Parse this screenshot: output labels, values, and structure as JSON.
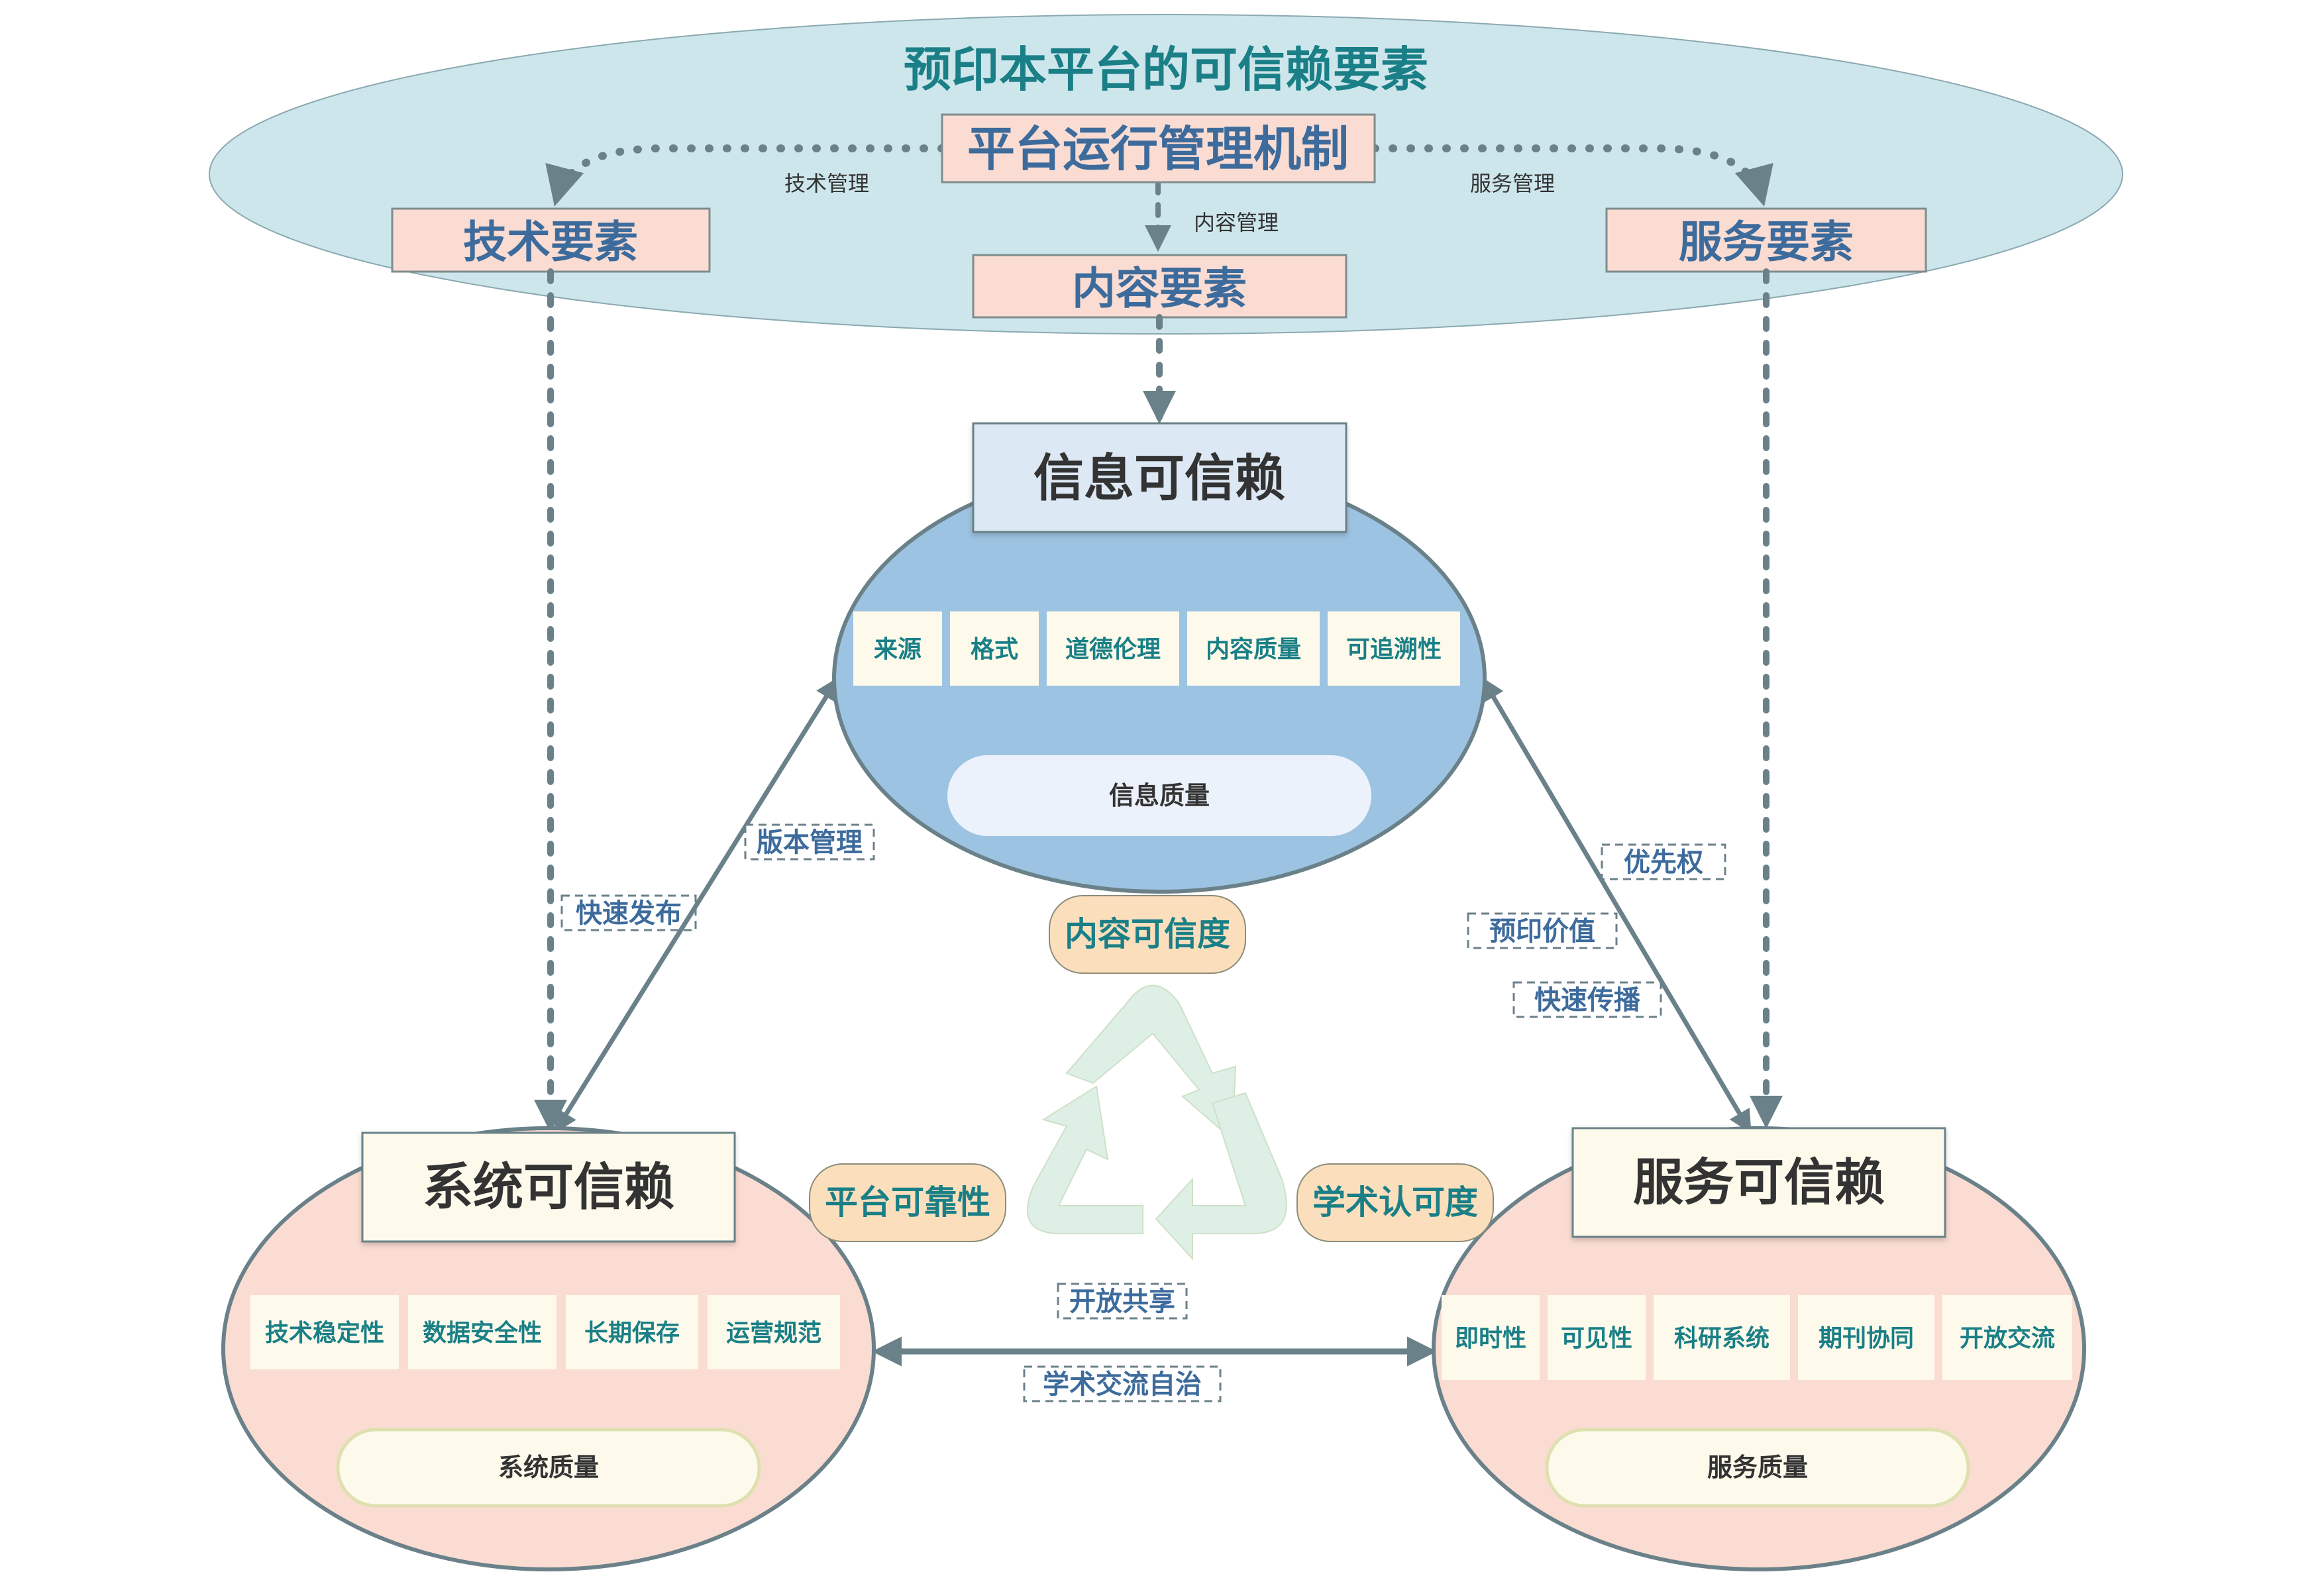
{
  "title": "预印本平台的可信赖要素",
  "mechanism": "平台运行管理机制",
  "elements": {
    "tech": "技术要素",
    "content": "内容要素",
    "service": "服务要素"
  },
  "edge_labels": {
    "tech_mgmt": "技术管理",
    "content_mgmt": "内容管理",
    "service_mgmt": "服务管理"
  },
  "info": {
    "title": "信息可信赖",
    "items": [
      "来源",
      "格式",
      "道德伦理",
      "内容质量",
      "可追溯性"
    ],
    "quality": "信息质量"
  },
  "system": {
    "title": "系统可信赖",
    "items": [
      "技术稳定性",
      "数据安全性",
      "长期保存",
      "运营规范"
    ],
    "quality": "系统质量"
  },
  "service": {
    "title": "服务可信赖",
    "items": [
      "即时性",
      "可见性",
      "科研系统",
      "期刊协同",
      "开放交流"
    ],
    "quality": "服务质量"
  },
  "relations": {
    "version_mgmt": "版本管理",
    "fast_publish": "快速发布",
    "priority": "优先权",
    "preprint_value": "预印价值",
    "fast_spread": "快速传播",
    "open_share": "开放共享",
    "academic_autonomy": "学术交流自治"
  },
  "cycle": {
    "content_credibility": "内容可信度",
    "platform_reliability": "平台可靠性",
    "academic_recognition": "学术认可度"
  },
  "colors": {
    "top_ellipse": "#cde6eb",
    "element_box": "#fadcd2",
    "info_ellipse": "#9dc3e2",
    "info_title_box": "#dce8f4",
    "pink_ellipse": "#fadcd2",
    "cream": "#fdfaec",
    "pill": "#fbdfbd",
    "connector": "#6b8189",
    "teal_text": "#1a7f86",
    "blue_text": "#3d6b9c",
    "recycle": "#deefe6"
  }
}
